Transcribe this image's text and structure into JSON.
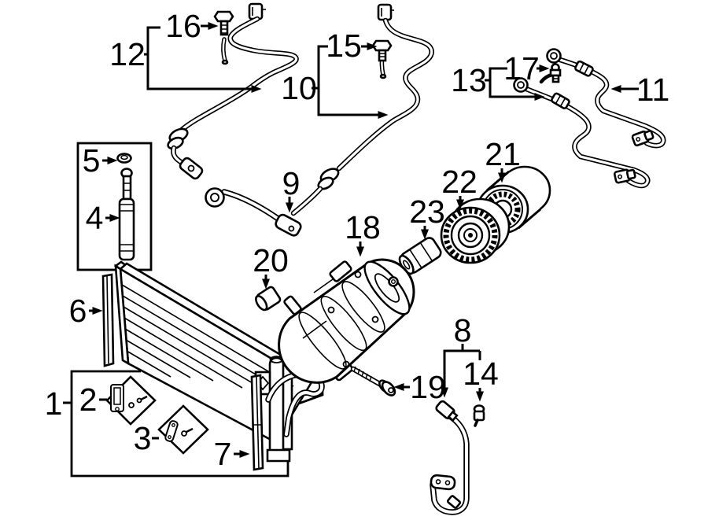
{
  "figure": {
    "type": "exploded-parts-diagram",
    "subject": "air-conditioner condenser, compressor and lines",
    "colors": {
      "line": "#000000",
      "background": "#ffffff"
    }
  },
  "callouts": {
    "c1": "1",
    "c2": "2",
    "c3": "3",
    "c4": "4",
    "c5": "5",
    "c6": "6",
    "c7": "7",
    "c8": "8",
    "c9": "9",
    "c10": "10",
    "c11": "11",
    "c12": "12",
    "c13": "13",
    "c14": "14",
    "c15": "15",
    "c16": "16",
    "c17": "17",
    "c18": "18",
    "c19": "19",
    "c20": "20",
    "c21": "21",
    "c22": "22",
    "c23": "23"
  }
}
